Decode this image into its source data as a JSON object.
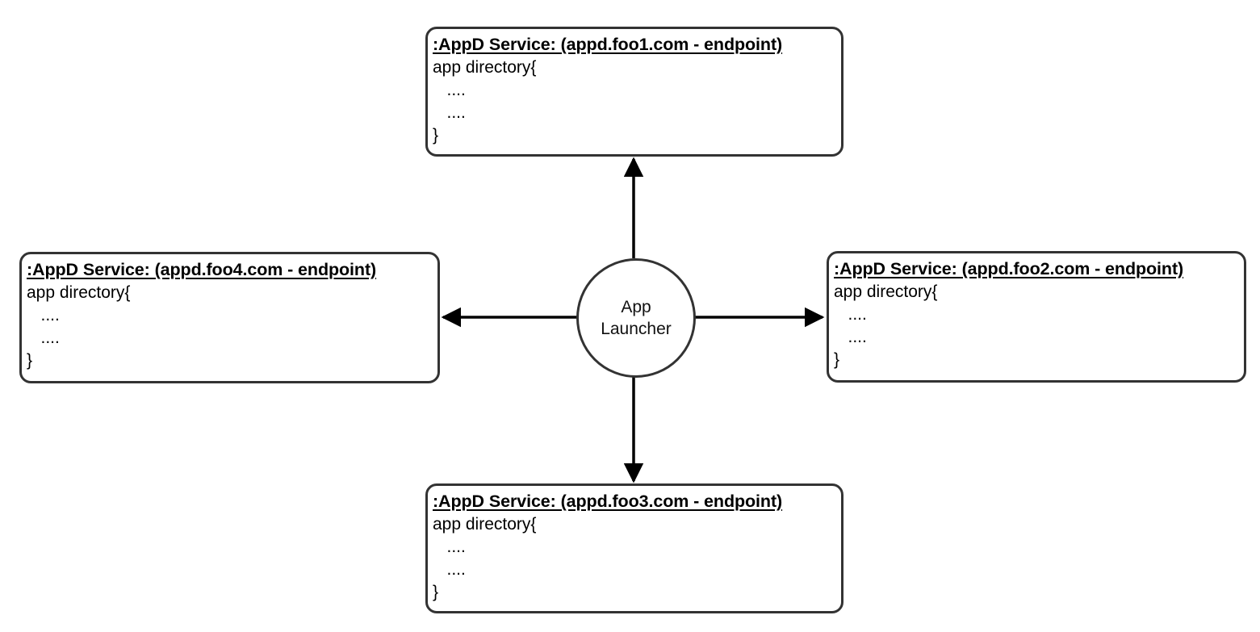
{
  "diagram": {
    "title": "App Launcher service directory diagram",
    "background_color": "#ffffff",
    "stroke_color": "#333333",
    "text_color": "#000000"
  },
  "hub": {
    "name": "App Launcher",
    "line1": "App",
    "line2": "Launcher"
  },
  "nodes": [
    {
      "id": "appd-foo1",
      "position": "top",
      "title": ":AppD Service: (appd.foo1.com - endpoint)",
      "body": [
        "app directory{",
        "   ....",
        "   ....",
        "}"
      ]
    },
    {
      "id": "appd-foo2",
      "position": "right",
      "title": ":AppD Service: (appd.foo2.com - endpoint)",
      "body": [
        "app directory{",
        "   ....",
        "   ....",
        "}"
      ]
    },
    {
      "id": "appd-foo3",
      "position": "bottom",
      "title": ":AppD Service: (appd.foo3.com - endpoint)",
      "body": [
        "app directory{",
        "   ....",
        "   ....",
        "}"
      ]
    },
    {
      "id": "appd-foo4",
      "position": "left",
      "title": ":AppD Service: (appd.foo4.com - endpoint)",
      "body": [
        "app directory{",
        "   ....",
        "   ....",
        "}"
      ]
    }
  ],
  "edges": [
    {
      "id": "hub-to-foo1",
      "from": "App Launcher",
      "to": "appd.foo1.com",
      "direction": "up",
      "arrowhead": "target"
    },
    {
      "id": "hub-to-foo2",
      "from": "App Launcher",
      "to": "appd.foo2.com",
      "direction": "right",
      "arrowhead": "target"
    },
    {
      "id": "hub-to-foo3",
      "from": "App Launcher",
      "to": "appd.foo3.com",
      "direction": "down",
      "arrowhead": "target"
    },
    {
      "id": "hub-to-foo4",
      "from": "App Launcher",
      "to": "appd.foo4.com",
      "direction": "left",
      "arrowhead": "target"
    }
  ]
}
